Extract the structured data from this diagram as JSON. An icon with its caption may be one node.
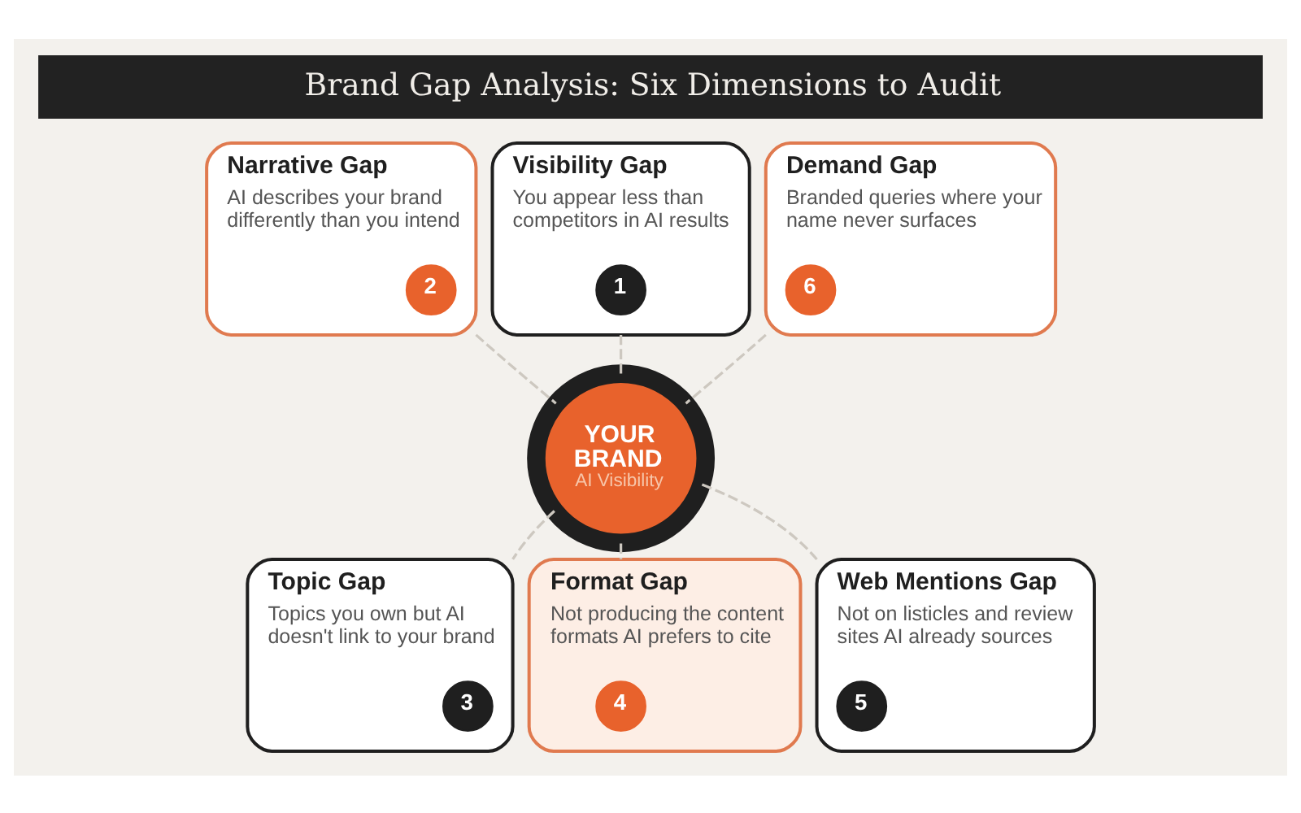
{
  "diagram": {
    "title": "Brand Gap Analysis: Six Dimensions to Audit",
    "nodes": [
      {
        "text": [
          "Visibility Gap",
          "You appear less than competitors in AI results"
        ]
      },
      {
        "text": [
          "1"
        ],
        "in": 0
      },
      {
        "text": [
          "Narrative Gap",
          "AI describes your brand differently than you intend"
        ]
      },
      {
        "text": [
          "2"
        ],
        "in": 2
      },
      {
        "text": [
          "Demand Gap",
          "Branded queries where your name never surfaces"
        ]
      },
      {
        "text": [
          "6"
        ],
        "in": 4
      },
      {
        "text": [
          "YOUR BRAND",
          "AI Visibility"
        ]
      },
      {
        "text": [
          "Topic Gap",
          "Topics you own but AI doesn't link to your brand"
        ]
      },
      {
        "text": [
          "3"
        ],
        "in": 7
      },
      {
        "text": [
          "Web Mentions Gap",
          "Not on listicles and review sites AI already sources"
        ]
      },
      {
        "text": [
          "5"
        ],
        "in": 9
      },
      {
        "text": [
          "Format Gap",
          "Not producing the content formats AI prefers to cite"
        ]
      },
      {
        "text": [
          "4"
        ],
        "in": 11
      }
    ],
    "edges": [
      {
        "from": 0,
        "to": 6,
        "arrow": "none",
        "style": "dashed"
      },
      {
        "from": 2,
        "to": 6,
        "arrow": "none",
        "style": "dashed"
      },
      {
        "from": 4,
        "to": 6,
        "arrow": "none",
        "style": "dashed"
      },
      {
        "from": 6,
        "to": 7,
        "arrow": "none",
        "style": "dashed"
      },
      {
        "from": 6,
        "to": 9,
        "arrow": "none",
        "style": "dashed"
      },
      {
        "from": 6,
        "to": 11,
        "arrow": "none",
        "style": "dashed"
      }
    ]
  }
}
